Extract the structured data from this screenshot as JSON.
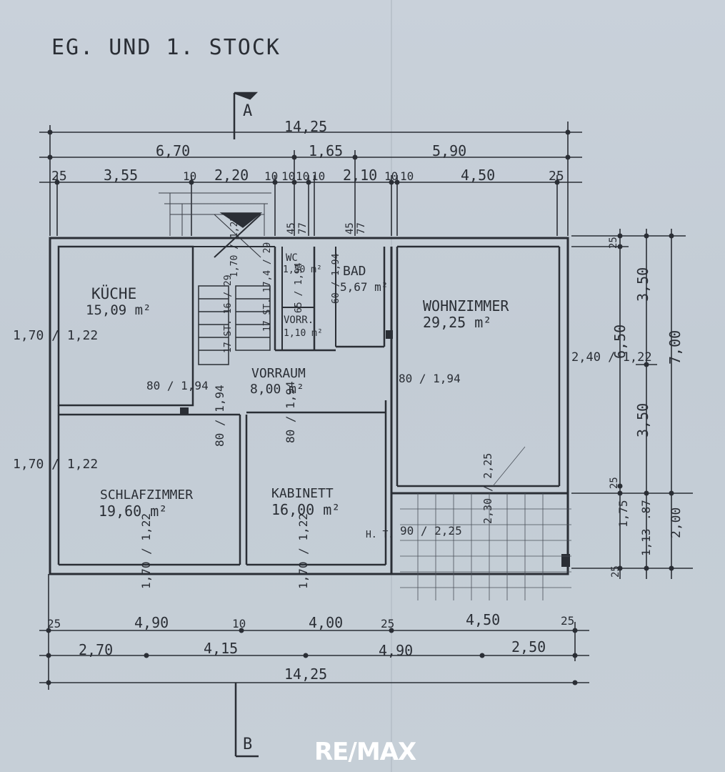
{
  "plan_title": "EG. UND 1. STOCK",
  "section_a": "A",
  "section_b": "B",
  "logo": "RE/MAX",
  "rooms": [
    {
      "name": "KÜCHE",
      "area": "15,09 m²"
    },
    {
      "name": "BAD",
      "area": "5,67 m²"
    },
    {
      "name": "WC",
      "area": "1,50 m²"
    },
    {
      "name": "VORR.",
      "area": "1,10 m²"
    },
    {
      "name": "WOHNZIMMER",
      "area": "29,25 m²"
    },
    {
      "name": "VORRAUM",
      "area": "8,00 m²"
    },
    {
      "name": "SCHLAFZIMMER",
      "area": "19,60 m²"
    },
    {
      "name": "KABINETT",
      "area": "16,00 m²"
    }
  ],
  "stair": {
    "run_up": "17 ST. 16 / 29",
    "run_down": "17 ST. 17,4 / 29",
    "landing": "1,70 / 1,22"
  },
  "top_dims": {
    "overall": "14,25",
    "row2": [
      "6,70",
      "1,65",
      "5,90"
    ],
    "row3": [
      "25",
      "3,55",
      "10",
      "2,20",
      "10",
      "10",
      "10",
      "10",
      "2,10",
      "10",
      "10",
      "4,50",
      "25"
    ],
    "mini": [
      "45",
      "77",
      "45",
      "77"
    ]
  },
  "bottom_dims": {
    "row1": [
      "25",
      "4,90",
      "10",
      "4,00",
      "25",
      "4,50",
      "25"
    ],
    "row2": [
      "2,70",
      "4,15",
      "4,90",
      "2,50"
    ],
    "overall": "14,25"
  },
  "right_dims": {
    "outer": "7,00",
    "mid": [
      "25",
      "3,50",
      "6,50",
      "3,50",
      "25",
      "1,75",
      "25"
    ],
    "inner": [
      "2,00",
      "1,13",
      ".87"
    ]
  },
  "openings": {
    "window_left_1": "1,70 / 1,22",
    "window_left_2": "1,70 / 1,22",
    "window_right": "2,40 / 1,22",
    "window_bottom_1": "1,70 / 1,22",
    "window_bottom_2": "1,70 / 1,22",
    "door_kitchen": "80 / 1,94",
    "door_wohn": "80 / 1,94",
    "door_schlaf": "80 / 1,94",
    "door_kab": "80 / 1,94",
    "door_wc": "65 / 1,94",
    "door_bad": "60 / 1,94",
    "door_terrace": "90 / 2,25",
    "terrace_step": "2,30 / 2,25",
    "terrace_mark": "H. T."
  }
}
